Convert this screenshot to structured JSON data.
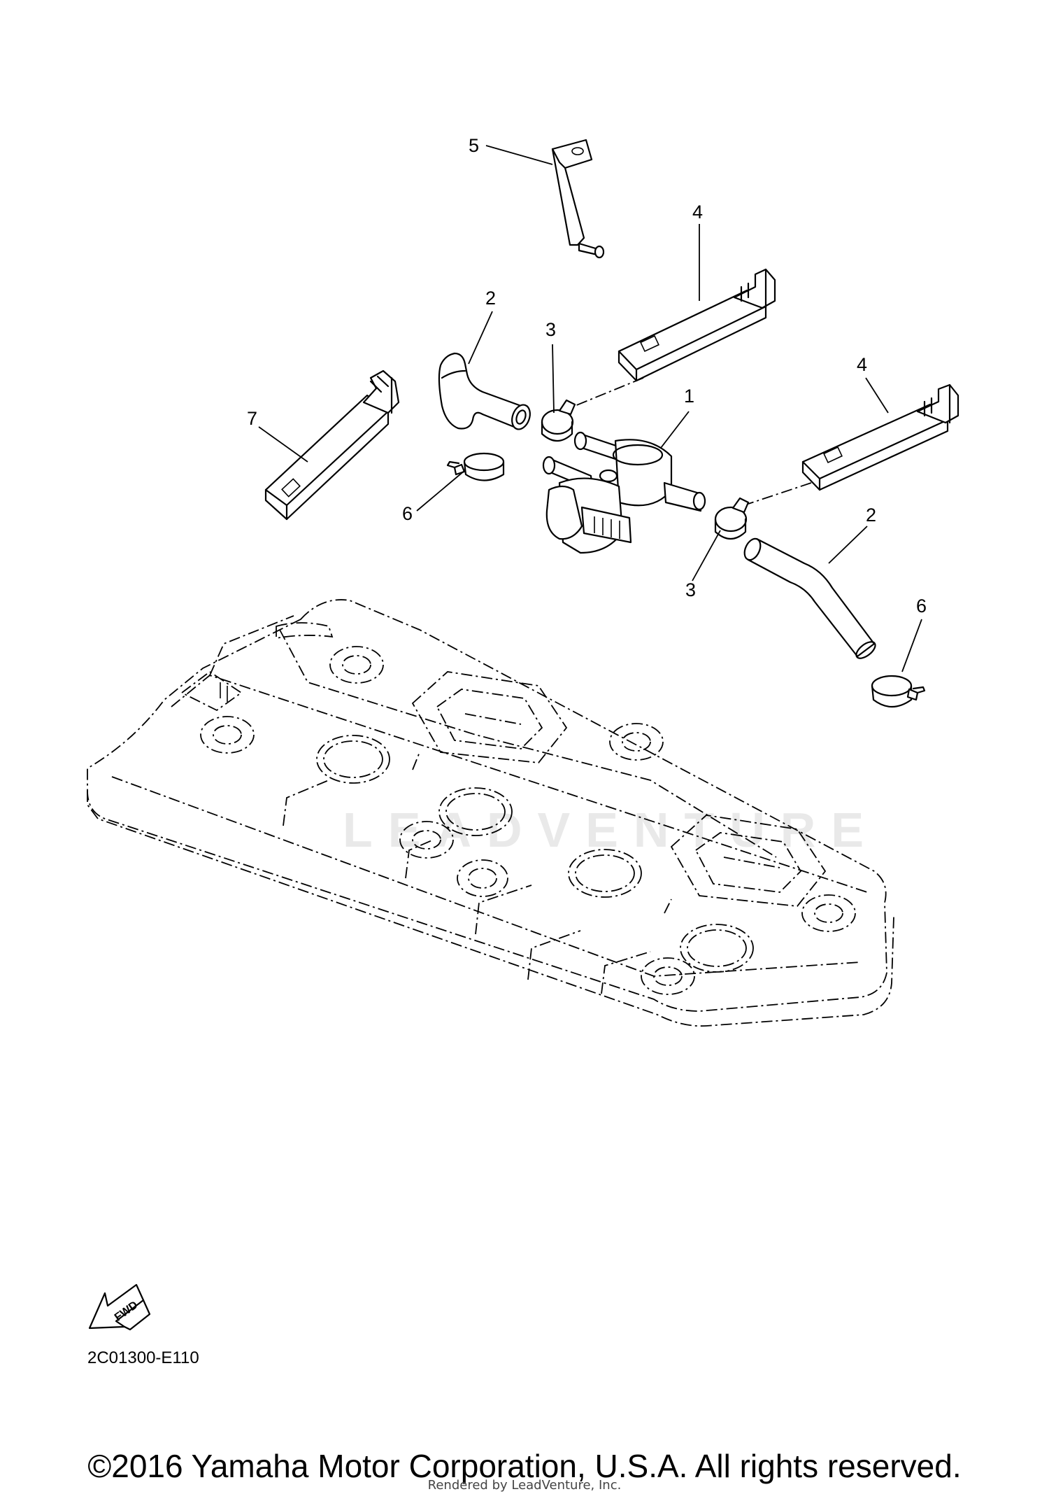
{
  "diagram": {
    "callouts": [
      "5",
      "4",
      "2",
      "3",
      "1",
      "4",
      "7",
      "6",
      "2",
      "3",
      "6"
    ],
    "fwd_label": "FWD",
    "watermark": "LEADVENTURE"
  },
  "footer": {
    "drawing_code": "2C01300-E110",
    "copyright": "©2016 Yamaha Motor Corporation, U.S.A. All rights reserved.",
    "render_credit": "Rendered by LeadVenture, Inc."
  }
}
